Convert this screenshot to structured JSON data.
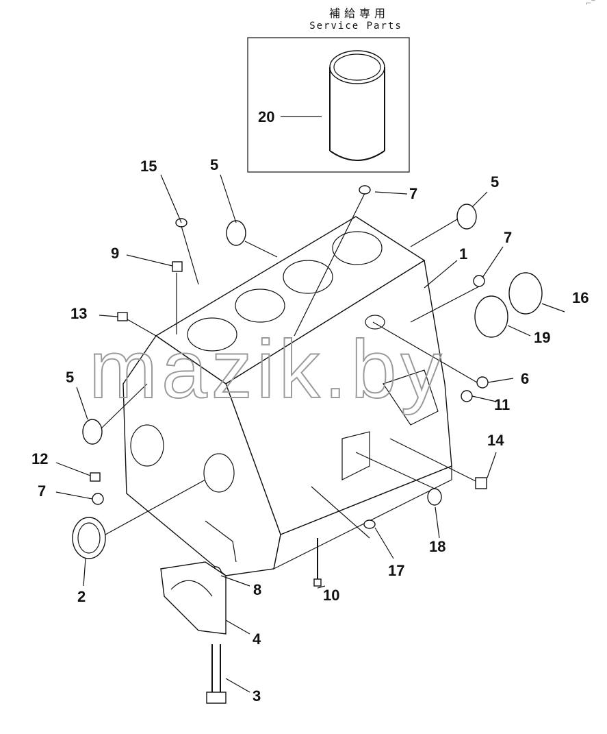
{
  "header": {
    "title_jp": "補給専用",
    "title_en": "Service Parts",
    "corner_mark": "⌐‾"
  },
  "watermark": "mazik.by",
  "callouts": [
    {
      "id": "c20",
      "label": "20"
    },
    {
      "id": "c15",
      "label": "15"
    },
    {
      "id": "c5a",
      "label": "5"
    },
    {
      "id": "c7a",
      "label": "7"
    },
    {
      "id": "c5b",
      "label": "5"
    },
    {
      "id": "c9",
      "label": "9"
    },
    {
      "id": "c1",
      "label": "1"
    },
    {
      "id": "c7b",
      "label": "7"
    },
    {
      "id": "c16",
      "label": "16"
    },
    {
      "id": "c13",
      "label": "13"
    },
    {
      "id": "c19",
      "label": "19"
    },
    {
      "id": "c5c",
      "label": "5"
    },
    {
      "id": "c6",
      "label": "6"
    },
    {
      "id": "c11",
      "label": "11"
    },
    {
      "id": "c14",
      "label": "14"
    },
    {
      "id": "c12",
      "label": "12"
    },
    {
      "id": "c7c",
      "label": "7"
    },
    {
      "id": "c18",
      "label": "18"
    },
    {
      "id": "c17",
      "label": "17"
    },
    {
      "id": "c2",
      "label": "2"
    },
    {
      "id": "c8",
      "label": "8"
    },
    {
      "id": "c10",
      "label": "10"
    },
    {
      "id": "c4",
      "label": "4"
    },
    {
      "id": "c3",
      "label": "3"
    }
  ]
}
